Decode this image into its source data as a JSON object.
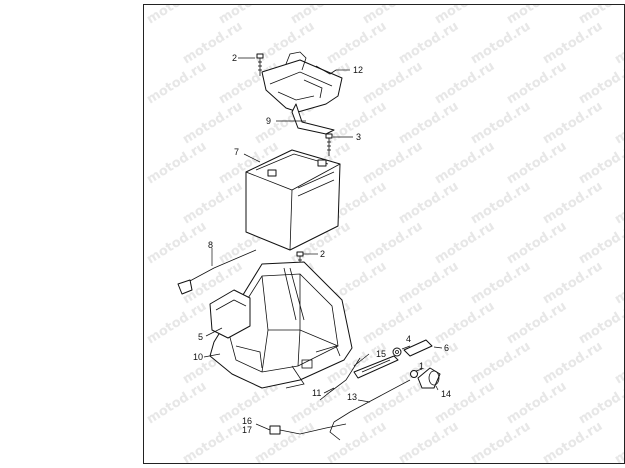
{
  "watermark": "motod.ru",
  "callouts": {
    "c1": "1",
    "c2a": "2",
    "c2b": "2",
    "c3": "3",
    "c4": "4",
    "c5": "5",
    "c6": "6",
    "c7": "7",
    "c8": "8",
    "c9": "9",
    "c10": "10",
    "c11": "11",
    "c12": "12",
    "c13": "13",
    "c14": "14",
    "c15": "15",
    "c16": "16",
    "c17": "17"
  }
}
